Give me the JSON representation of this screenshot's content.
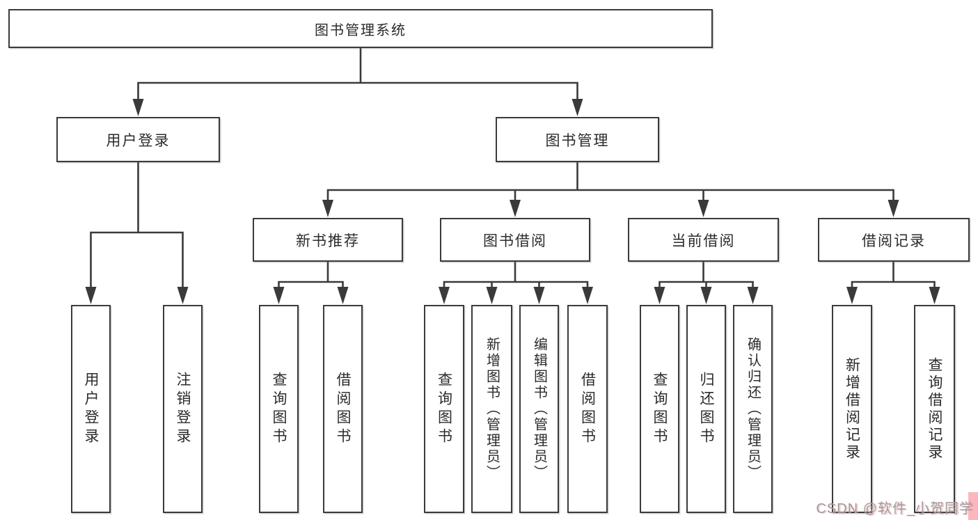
{
  "tree": {
    "root": {
      "label": "图书管理系统"
    },
    "branches": [
      {
        "label": "用户登录",
        "children": [
          {
            "label": "用户登录"
          },
          {
            "label": "注销登录"
          }
        ]
      },
      {
        "label": "图书管理",
        "children": [
          {
            "label": "新书推荐",
            "children": [
              {
                "label": "查询图书"
              },
              {
                "label": "借阅图书"
              }
            ]
          },
          {
            "label": "图书借阅",
            "children": [
              {
                "label": "查询图书"
              },
              {
                "label": "新增图书（管理员）"
              },
              {
                "label": "编辑图书（管理员）"
              },
              {
                "label": "借阅图书"
              }
            ]
          },
          {
            "label": "当前借阅",
            "children": [
              {
                "label": "查询图书"
              },
              {
                "label": "归还图书"
              },
              {
                "label": "确认归还（管理员）"
              }
            ]
          },
          {
            "label": "借阅记录",
            "children": [
              {
                "label": "新增借阅记录"
              },
              {
                "label": "查询借阅记录"
              }
            ]
          }
        ]
      }
    ]
  },
  "watermark": {
    "text": "CSDN @软件_小贺同学"
  },
  "colors": {
    "line": "#3a3a3a",
    "box_border": "#3a3a3a",
    "text": "#2b2b2b",
    "background": "#ffffff",
    "watermark_gray": "#9c9c9c",
    "watermark_pink": "#f8a0a8"
  }
}
